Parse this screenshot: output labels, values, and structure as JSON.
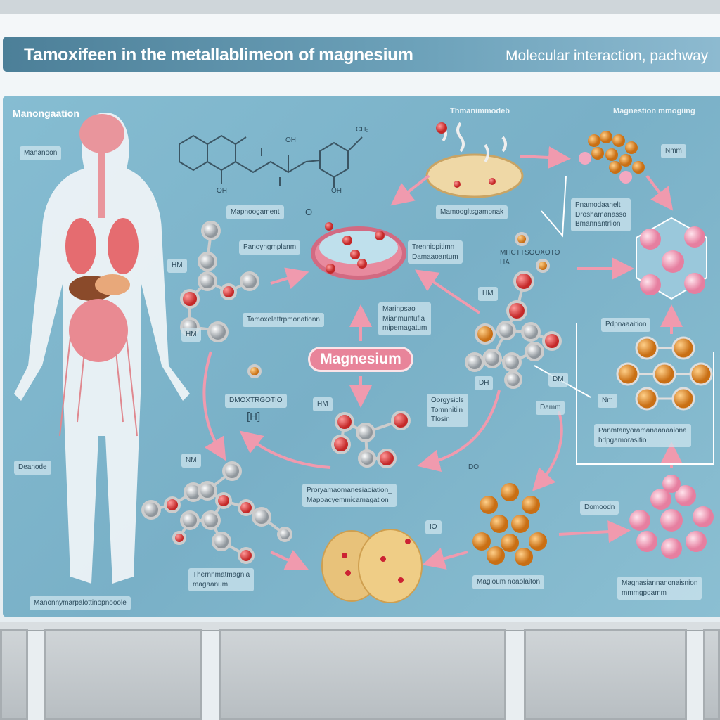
{
  "header": {
    "title": "Tamoxifeen in the metallablimeon of magnesium",
    "subtitle": "Molecular interaction, pachway"
  },
  "sections": {
    "left": "Manongaation",
    "center": "Thmanimmodeb",
    "right": "Magnestion mmogiing"
  },
  "center_label": "Magnesium",
  "labels": {
    "body_top": "Mananoon",
    "body_mid": "Deanode",
    "body_bottom": "Manonnymarpalottinopnooole",
    "struct_oh1": "OH",
    "struct_oh2": "OH",
    "struct_ch3": "CH₃",
    "struct_oh3": "OH",
    "mito_left": "Mapnoogament",
    "mito_o": "O",
    "l_pana": "Panoyngmplanm",
    "l_tamo": "Tamoxelattrpmonationn",
    "l_hm1": "HM",
    "l_hm2": "HM",
    "l_dmo": "DMOXTRGOTIO",
    "l_h": "[H]",
    "l_hm3": "HM",
    "l_nm": "NM",
    "l_prot": "Proryamaomanesiaoiation_\nMapoacyemmicamagation",
    "l_thermo": "Thernnmatmagnia\nmagaanum",
    "l_io": "IO",
    "c_mano": "Mamoogltsgampnak",
    "c_tres": "Trenniopitimn\nDamaaoantum",
    "c_mag": "Marinpsao\nMianmuntufia\nmipemagatum",
    "c_oxy": "Oorgysicls\nTomnnitiin\nTlosin",
    "c_hxa": "MHCTTSOOXOTO\nHA",
    "c_hm": "HM",
    "c_dh": "DH",
    "c_bm": "Damm",
    "c_dm": "DM",
    "c_do": "DO",
    "c_mag_nucl": "Magioum noaolaiton",
    "r_pn": "Pnamodaanelt\nDroshamanasso\nBmannantrlion",
    "r_pdpa": "Pdpnaaaition",
    "r_pan": "Panmtanyoramanaanaaiona\nhdpgamorasitio",
    "r_dom": "Domoodn",
    "r_mag": "Magnasiannanonaisnion\nmmmgpgamm",
    "r_n": "Nm",
    "r_badge": "Nmm"
  },
  "colors": {
    "board": "#7fb6cc",
    "header": "#4c7f98",
    "accent": "#e8849a",
    "oxygen": "#d93a3a",
    "carbon": "#c8ccd0",
    "magnesium": "#e0922e",
    "cluster": "#f3a8c0"
  }
}
